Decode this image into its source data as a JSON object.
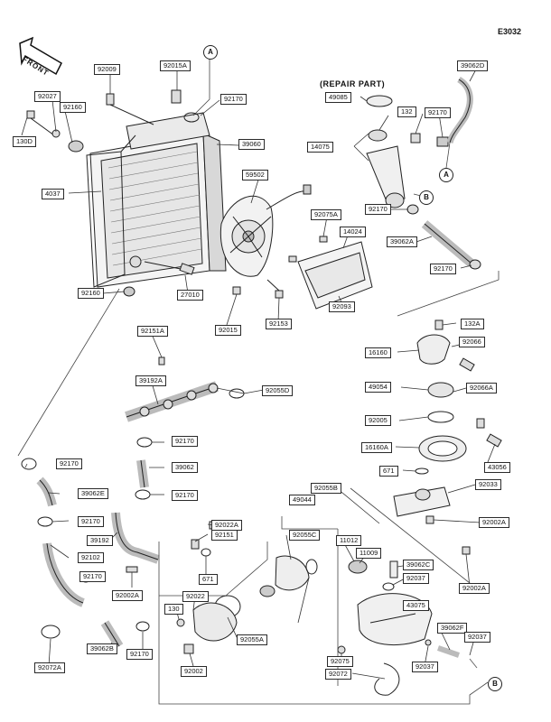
{
  "page_code": "E3032",
  "repair_part_label": "(REPAIR PART)",
  "front_label": "FRONT",
  "markers": {
    "a": "A",
    "b": "B"
  },
  "labels": [
    {
      "id": "l92009",
      "text": "92009"
    },
    {
      "id": "l92015A",
      "text": "92015A"
    },
    {
      "id": "l92027",
      "text": "92027"
    },
    {
      "id": "l92160a",
      "text": "92160"
    },
    {
      "id": "l130",
      "text": "130D"
    },
    {
      "id": "l92170a",
      "text": "92170"
    },
    {
      "id": "l39060",
      "text": "39060"
    },
    {
      "id": "l4037",
      "text": "4037"
    },
    {
      "id": "l59502",
      "text": "59502"
    },
    {
      "id": "l92160b",
      "text": "92160"
    },
    {
      "id": "l27010",
      "text": "27010"
    },
    {
      "id": "l92015",
      "text": "92015"
    },
    {
      "id": "l92153",
      "text": "92153"
    },
    {
      "id": "l92151A",
      "text": "92151A"
    },
    {
      "id": "l39192A",
      "text": "39192A"
    },
    {
      "id": "l92055D",
      "text": "92055D"
    },
    {
      "id": "l92170b",
      "text": "92170"
    },
    {
      "id": "l39062",
      "text": "39062"
    },
    {
      "id": "l92170c",
      "text": "92170"
    },
    {
      "id": "l92170d",
      "text": "92170"
    },
    {
      "id": "l39062E",
      "text": "39062E"
    },
    {
      "id": "l92170e",
      "text": "92170"
    },
    {
      "id": "l92102",
      "text": "92102"
    },
    {
      "id": "l39192",
      "text": "39192"
    },
    {
      "id": "l92170f",
      "text": "92170"
    },
    {
      "id": "l92002A1",
      "text": "92002A"
    },
    {
      "id": "l92022A",
      "text": "92022A"
    },
    {
      "id": "l92151",
      "text": "92151"
    },
    {
      "id": "l671",
      "text": "671"
    },
    {
      "id": "l92022",
      "text": "92022"
    },
    {
      "id": "l130b",
      "text": "130"
    },
    {
      "id": "l92055A",
      "text": "92055A"
    },
    {
      "id": "l92002",
      "text": "92002"
    },
    {
      "id": "l39062B",
      "text": "39062B"
    },
    {
      "id": "l92170g",
      "text": "92170"
    },
    {
      "id": "l92072A",
      "text": "92072A"
    },
    {
      "id": "l49085",
      "text": "49085"
    },
    {
      "id": "l132",
      "text": "132"
    },
    {
      "id": "l92170h",
      "text": "92170"
    },
    {
      "id": "l14075",
      "text": "14075"
    },
    {
      "id": "l39062D",
      "text": "39062D"
    },
    {
      "id": "l92075A",
      "text": "92075A"
    },
    {
      "id": "l14024",
      "text": "14024"
    },
    {
      "id": "l92170i",
      "text": "92170"
    },
    {
      "id": "l39062A",
      "text": "39062A"
    },
    {
      "id": "l92170j",
      "text": "92170"
    },
    {
      "id": "l92093",
      "text": "92093"
    },
    {
      "id": "l132A",
      "text": "132A"
    },
    {
      "id": "l16160",
      "text": "16160"
    },
    {
      "id": "l92066",
      "text": "92066"
    },
    {
      "id": "l49054",
      "text": "49054"
    },
    {
      "id": "l92066A",
      "text": "92066A"
    },
    {
      "id": "l92005",
      "text": "92005"
    },
    {
      "id": "l16160A",
      "text": "16160A"
    },
    {
      "id": "l43056",
      "text": "43056"
    },
    {
      "id": "l671b",
      "text": "671"
    },
    {
      "id": "l92055B",
      "text": "92055B"
    },
    {
      "id": "l49044",
      "text": "49044"
    },
    {
      "id": "l92033",
      "text": "92033"
    },
    {
      "id": "l92002A2",
      "text": "92002A"
    },
    {
      "id": "l92055C",
      "text": "92055C"
    },
    {
      "id": "l11012",
      "text": "11012"
    },
    {
      "id": "l11009",
      "text": "11009"
    },
    {
      "id": "l39062C",
      "text": "39062C"
    },
    {
      "id": "l92037a",
      "text": "92037"
    },
    {
      "id": "l92002A3",
      "text": "92002A"
    },
    {
      "id": "l43075",
      "text": "43075"
    },
    {
      "id": "l39062F",
      "text": "39062F"
    },
    {
      "id": "l92037b",
      "text": "92037"
    },
    {
      "id": "l92075",
      "text": "92075"
    },
    {
      "id": "l92037c",
      "text": "92037"
    },
    {
      "id": "l92072",
      "text": "92072"
    }
  ]
}
